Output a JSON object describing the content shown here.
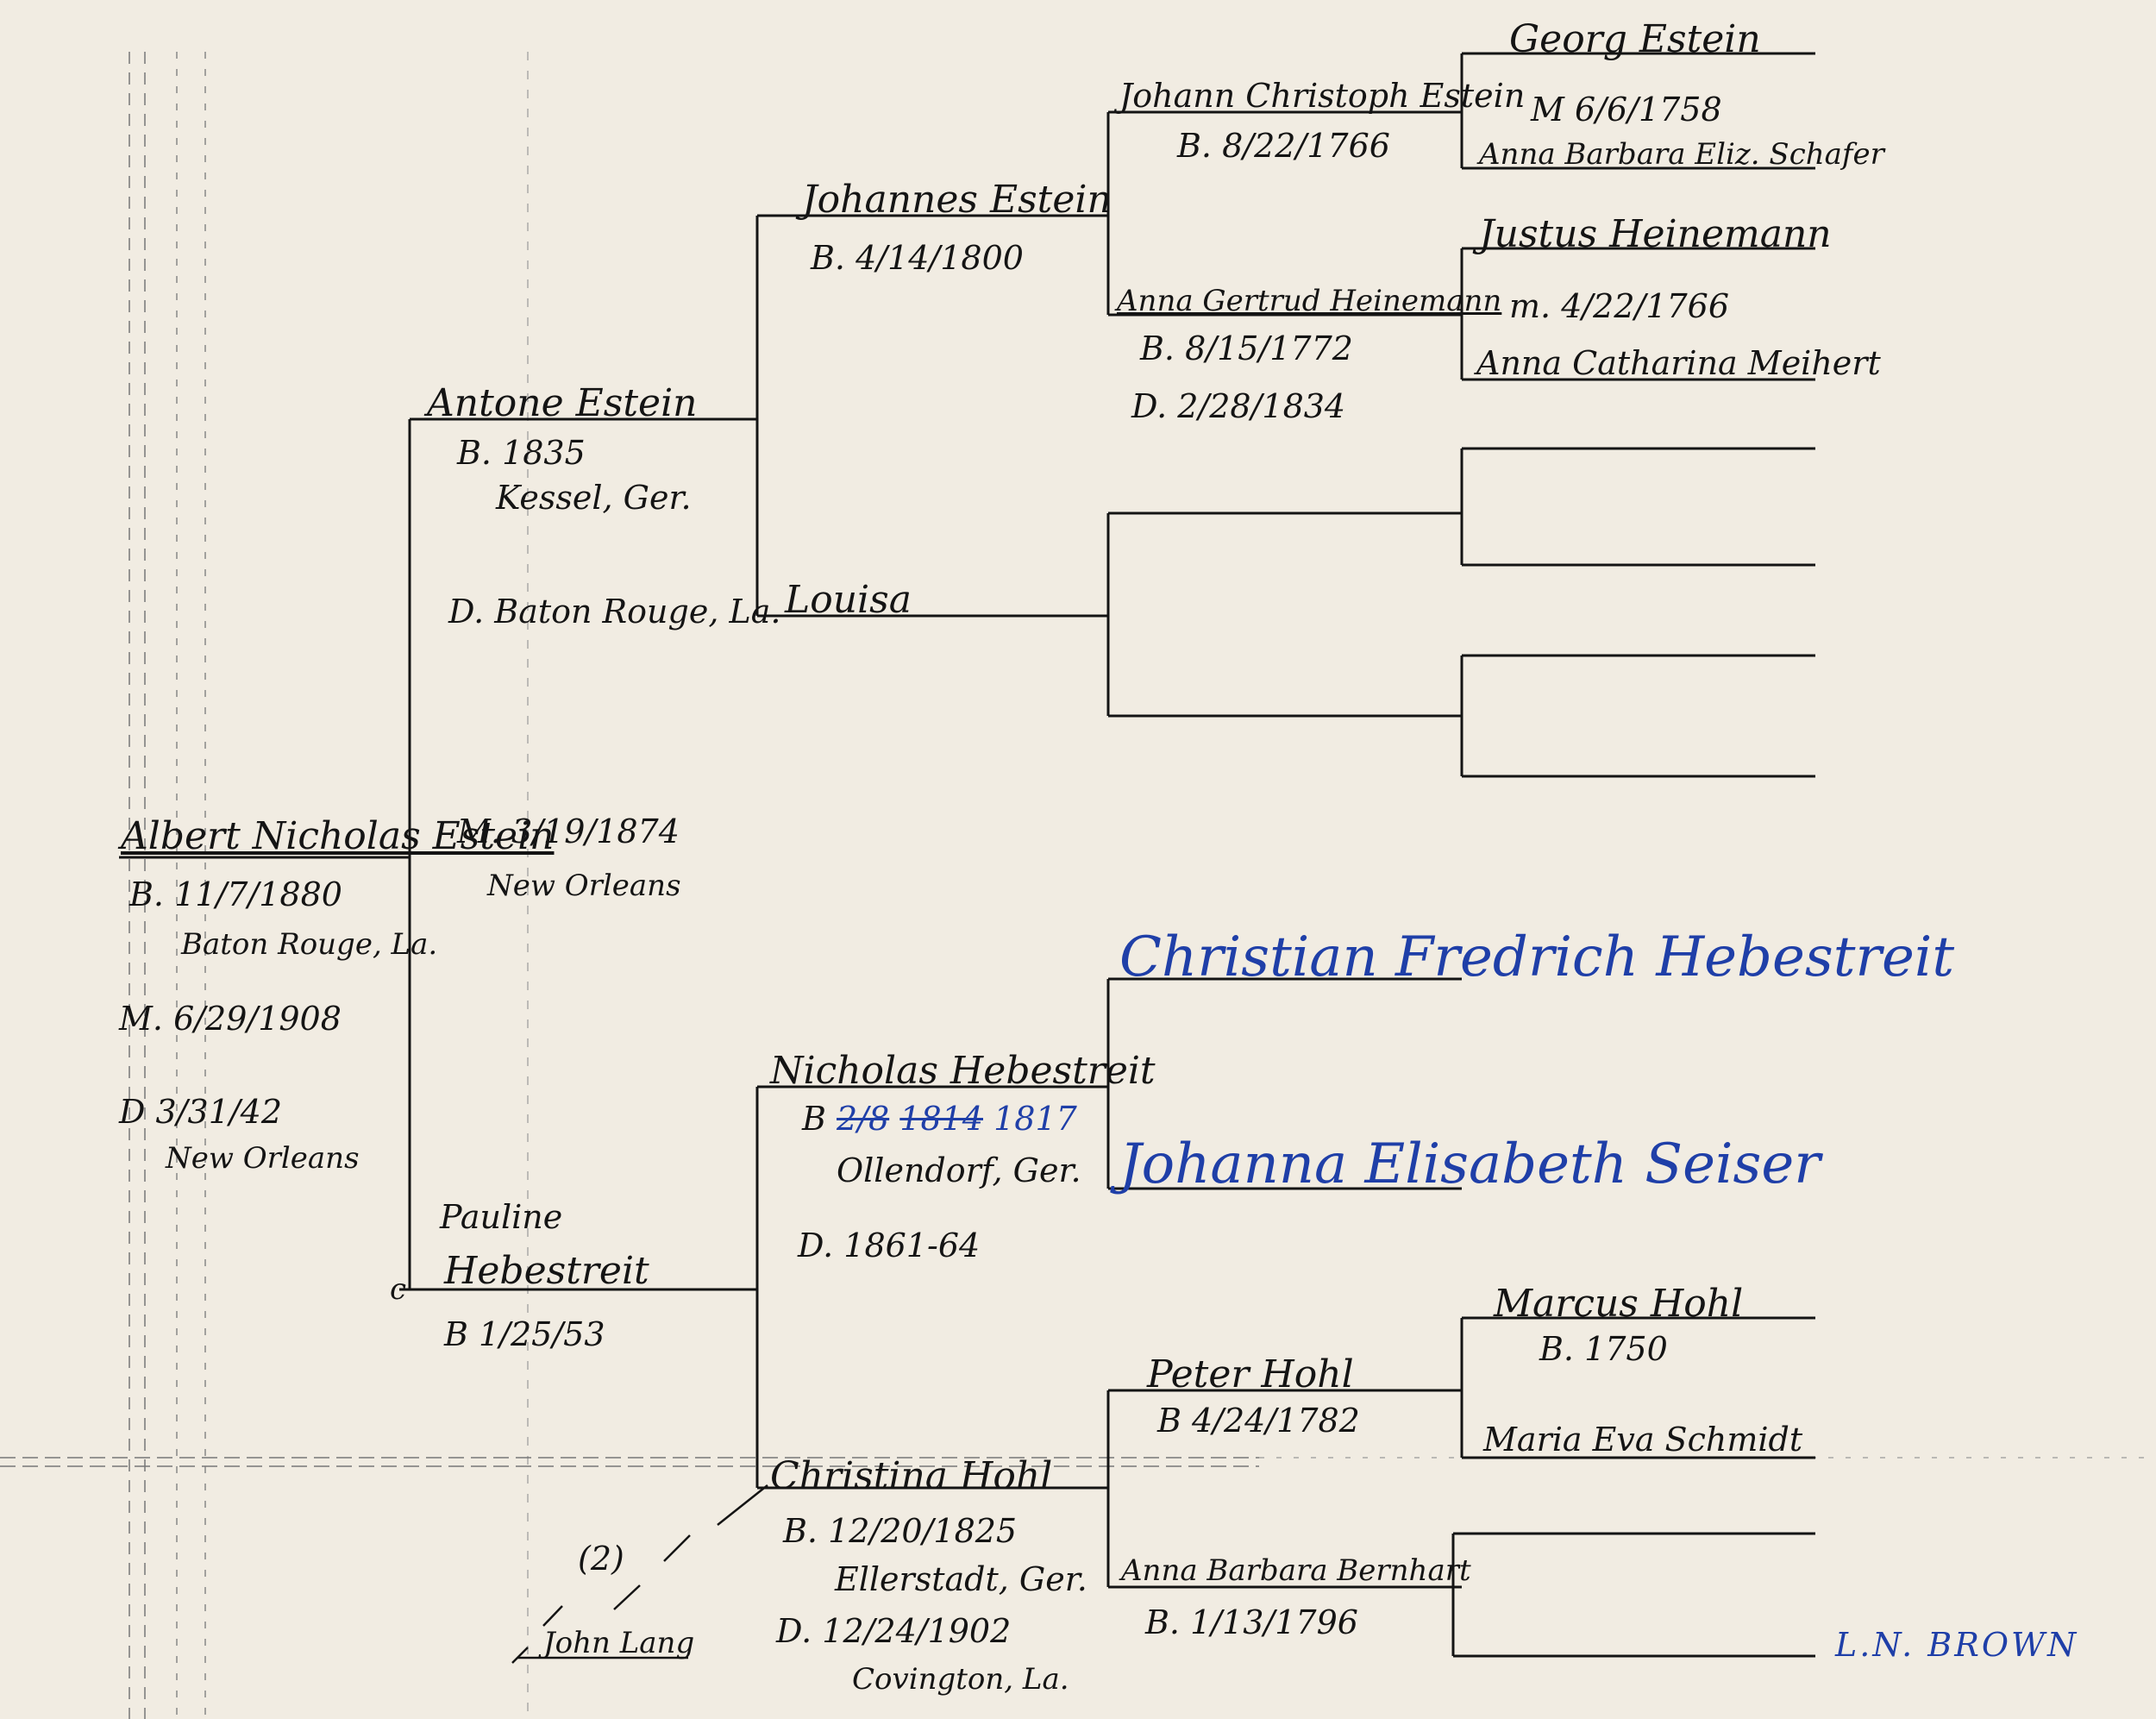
{
  "colors": {
    "ink": "#141414",
    "blue_ink": "#1f3fa8",
    "paper": "#f1ece2"
  },
  "gen1": {
    "name": "Albert Nicholas Estein",
    "birth": "B. 11/7/1880",
    "birth_place": "Baton Rouge, La.",
    "marriage": "M. 6/29/1908",
    "death": "D 3/31/42",
    "death_place": "New Orleans"
  },
  "gen2": {
    "father": {
      "name": "Antone Estein",
      "birth": "B. 1835",
      "birth_place": "Kessel, Ger.",
      "death": "D. Baton Rouge, La."
    },
    "marriage": "M. 3/19/1874",
    "marriage_place": "New Orleans",
    "mother": {
      "name_line1": "Pauline",
      "name_line2": "Hebestreit",
      "birth": "B 1/25/53",
      "mark": "c"
    }
  },
  "gen3": {
    "p1": {
      "name": "Johannes Estein",
      "birth": "B. 4/14/1800"
    },
    "p2": {
      "name": "Louisa"
    },
    "p3": {
      "name": "Nicholas Hebestreit",
      "birth_prefix": "B",
      "birth_struck": "2/8",
      "birth_struck2": "1814",
      "birth_year": "1817",
      "birth_place": "Ollendorf, Ger.",
      "death": "D. 1861-64"
    },
    "p4": {
      "name": "Christina Hohl",
      "birth": "B. 12/20/1825",
      "birth_place": "Ellerstadt, Ger.",
      "death": "D. 12/24/1902",
      "death_place": "Covington, La."
    }
  },
  "gen4": {
    "p1": {
      "name": "Johann Christoph Estein",
      "birth": "B. 8/22/1766"
    },
    "p2": {
      "name": "Anna Gertrud Heinemann",
      "birth": "B. 8/15/1772",
      "death": "D. 2/28/1834"
    },
    "p5": {
      "name": "Christian Fredrich Hebestreit"
    },
    "p6": {
      "name": "Johanna Elisabeth Seiser"
    },
    "p7": {
      "name": "Peter Hohl",
      "birth": "B 4/24/1782"
    },
    "p8": {
      "name": "Anna Barbara Bernhart",
      "birth": "B. 1/13/1796"
    }
  },
  "gen5": {
    "p1": {
      "name": "Georg Estein",
      "marriage": "M 6/6/1758"
    },
    "p2": {
      "name": "Anna Barbara Eliz. Schafer"
    },
    "p3": {
      "name": "Justus Heinemann",
      "marriage": "m. 4/22/1766"
    },
    "p4": {
      "name": "Anna Catharina Meihert"
    },
    "p13": {
      "name": "Marcus Hohl",
      "birth": "B. 1750"
    },
    "p14": {
      "name": "Maria Eva Schmidt"
    }
  },
  "annotations": {
    "spouse_number": "(2)",
    "second_spouse": "John Lang",
    "signature": "L.N. BROWN"
  }
}
